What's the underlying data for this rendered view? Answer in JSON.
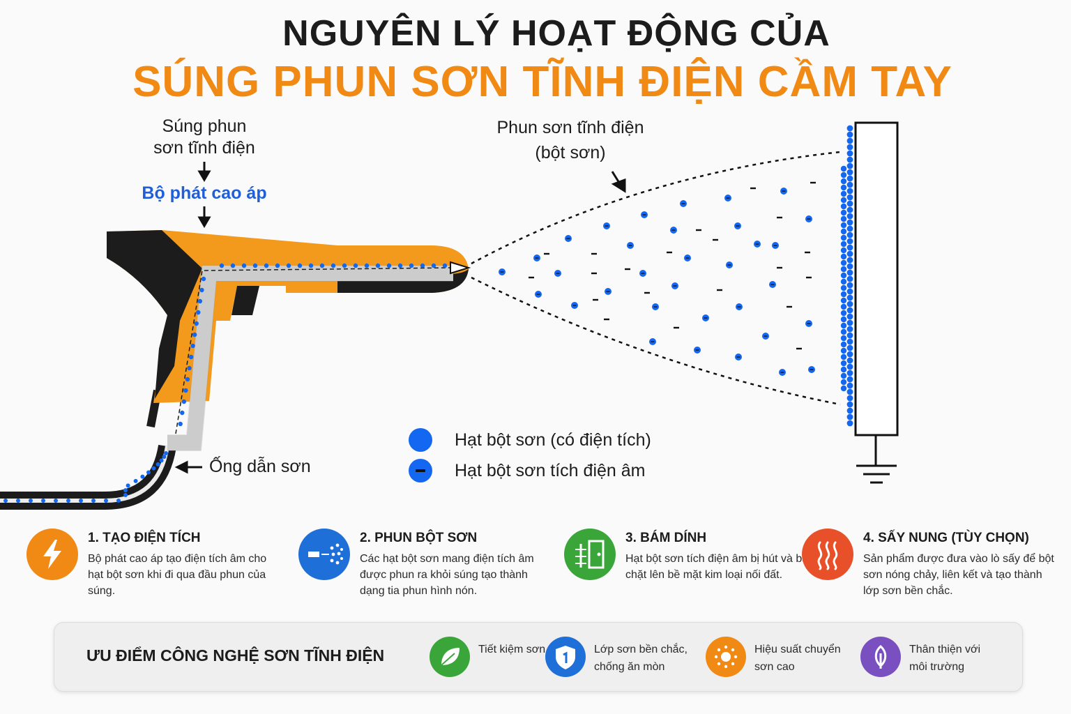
{
  "title": {
    "line1": "NGUYÊN LÝ HOẠT ĐỘNG CỦA",
    "line2": "SÚNG PHUN SƠN TĨNH ĐIỆN CẦM TAY"
  },
  "labels": {
    "gun_line1": "Súng phun",
    "gun_line2": "sơn tĩnh điện",
    "generator": "Bộ phát cao áp",
    "spray_line1": "Phun sơn tĩnh điện",
    "spray_line2": "(bột sơn)",
    "hose": "Ống dẫn sơn"
  },
  "legend": [
    {
      "label": "Hạt bột sơn (có điện tích)",
      "symbol": "dot"
    },
    {
      "label": "Hạt bột sơn tích điện âm",
      "symbol": "dot-minus"
    }
  ],
  "colors": {
    "orange": "#f08a14",
    "blue": "#1467f0",
    "dark": "#1c1c1c",
    "green": "#3aa63a",
    "purple": "#7a4fc0",
    "red": "#e8502a"
  },
  "steps": [
    {
      "title": "1. TẠO ĐIỆN TÍCH",
      "desc": "Bộ phát cao áp tạo điện tích âm cho hạt bột sơn khi đi qua đầu phun của súng.",
      "icon": "lightning-icon",
      "color": "#f08a14"
    },
    {
      "title": "2. PHUN BỘT SƠN",
      "desc": "Các hạt bột sơn mang điện tích âm được phun ra khỏi súng tạo thành dạng tia phun hình nón.",
      "icon": "spray-icon",
      "color": "#1f6fd8"
    },
    {
      "title": "3. BÁM DÍNH",
      "desc": "Hạt bột sơn tích điện âm bị hút và bám chặt lên bề mặt kim loại nối đất.",
      "icon": "adhesion-icon",
      "color": "#3aa63a"
    },
    {
      "title": "4. SẤY NUNG (TÙY CHỌN)",
      "desc": "Sản phẩm được đưa vào lò sấy để bột sơn nóng chảy, liên kết và tạo thành lớp sơn bền chắc.",
      "icon": "heat-icon",
      "color": "#e8502a"
    }
  ],
  "advantages": {
    "title": "ƯU ĐIỂM CÔNG NGHỆ SƠN TĨNH ĐIỆN",
    "items": [
      {
        "text": "Tiết kiệm sơn",
        "icon": "leaf-icon",
        "color": "#3aa63a"
      },
      {
        "text": "Lớp sơn bền chắc, chống ăn mòn",
        "icon": "shield-icon",
        "color": "#1f6fd8"
      },
      {
        "text": "Hiệu suất chuyển sơn cao",
        "icon": "sun-icon",
        "color": "#f08a14"
      },
      {
        "text": "Thân thiện với môi trường",
        "icon": "eco-icon",
        "color": "#7a4fc0"
      }
    ]
  }
}
